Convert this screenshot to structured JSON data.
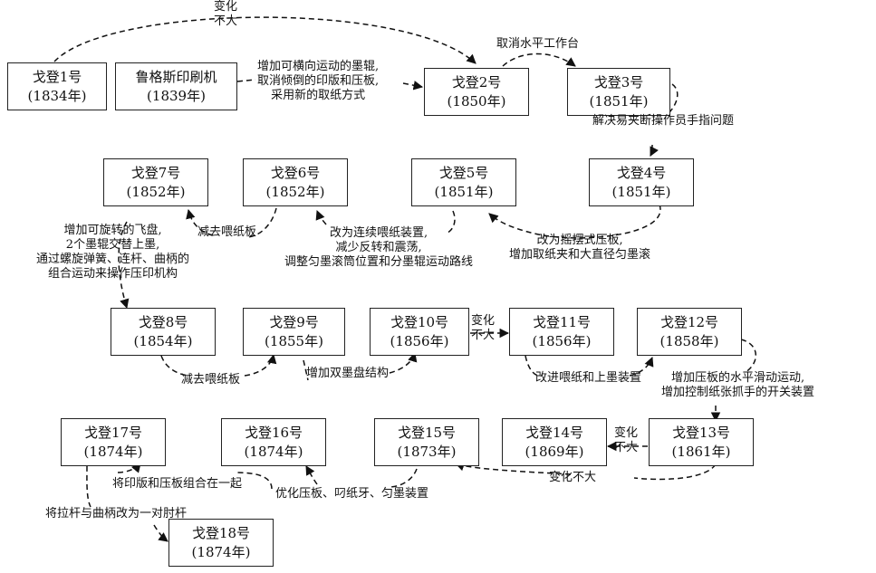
{
  "nodes": [
    {
      "id": "n1",
      "name": "戈登1号",
      "year": "(1834年)"
    },
    {
      "id": "lugs",
      "name": "鲁格斯印刷机",
      "year": "(1839年)"
    },
    {
      "id": "n2",
      "name": "戈登2号",
      "year": "(1850年)"
    },
    {
      "id": "n3",
      "name": "戈登3号",
      "year": "(1851年)"
    },
    {
      "id": "n4",
      "name": "戈登4号",
      "year": "(1851年)"
    },
    {
      "id": "n5",
      "name": "戈登5号",
      "year": "(1851年)"
    },
    {
      "id": "n6",
      "name": "戈登6号",
      "year": "(1852年)"
    },
    {
      "id": "n7",
      "name": "戈登7号",
      "year": "(1852年)"
    },
    {
      "id": "n8",
      "name": "戈登8号",
      "year": "(1854年)"
    },
    {
      "id": "n9",
      "name": "戈登9号",
      "year": "(1855年)"
    },
    {
      "id": "n10",
      "name": "戈登10号",
      "year": "(1856年)"
    },
    {
      "id": "n11",
      "name": "戈登11号",
      "year": "(1856年)"
    },
    {
      "id": "n12",
      "name": "戈登12号",
      "year": "(1858年)"
    },
    {
      "id": "n13",
      "name": "戈登13号",
      "year": "(1861年)"
    },
    {
      "id": "n14",
      "name": "戈登14号",
      "year": "(1869年)"
    },
    {
      "id": "n15",
      "name": "戈登15号",
      "year": "(1873年)"
    },
    {
      "id": "n16",
      "name": "戈登16号",
      "year": "(1874年)"
    },
    {
      "id": "n17",
      "name": "戈登17号",
      "year": "(1874年)"
    },
    {
      "id": "n18",
      "name": "戈登18号",
      "year": "(1874年)"
    }
  ],
  "labels": {
    "n1_n2_line1": "变化",
    "n1_n2_line2": "不大",
    "lugs_n2_line1": "增加可横向运动的墨辊,",
    "lugs_n2_line2": "取消倾倒的印版和压板,",
    "lugs_n2_line3": "采用新的取纸方式",
    "n2_n3": "取消水平工作台",
    "n3_n4": "解决易夹断操作员手指问题",
    "n4_n5_line1": "改为摇摆式压板,",
    "n4_n5_line2": "增加取纸夹和大直径匀墨滚",
    "n5_n6_line1": "改为连续喂纸装置,",
    "n5_n6_line2": "减少反转和震荡,",
    "n5_n6_line3": "调整匀墨滚筒位置和分墨辊运动路线",
    "n6_n7": "减去喂纸板",
    "n7_n8_line1": "增加可旋转的飞盘,",
    "n7_n8_line2": "2个墨辊交替上墨,",
    "n7_n8_line3": "通过螺旋弹簧、连杆、曲柄的",
    "n7_n8_line4": "组合运动来操作压印机构",
    "n8_n9": "减去喂纸板",
    "n9_n10": "增加双墨盘结构",
    "n10_n11_line1": "变化",
    "n10_n11_line2": "不大",
    "n11_n12": "改进喂纸和上墨装置",
    "n12_n13_line1": "增加压板的水平滑动运动,",
    "n12_n13_line2": "增加控制纸张抓手的开关装置",
    "n13_n14_line1": "变化",
    "n13_n14_line2": "不大",
    "n13_n15": "变化不大",
    "n15_n16": "优化压板、叼纸牙、匀墨装置",
    "n16_n17": "将印版和压板组合在一起",
    "n17_n18": "将拉杆与曲柄改为一对肘杆"
  }
}
